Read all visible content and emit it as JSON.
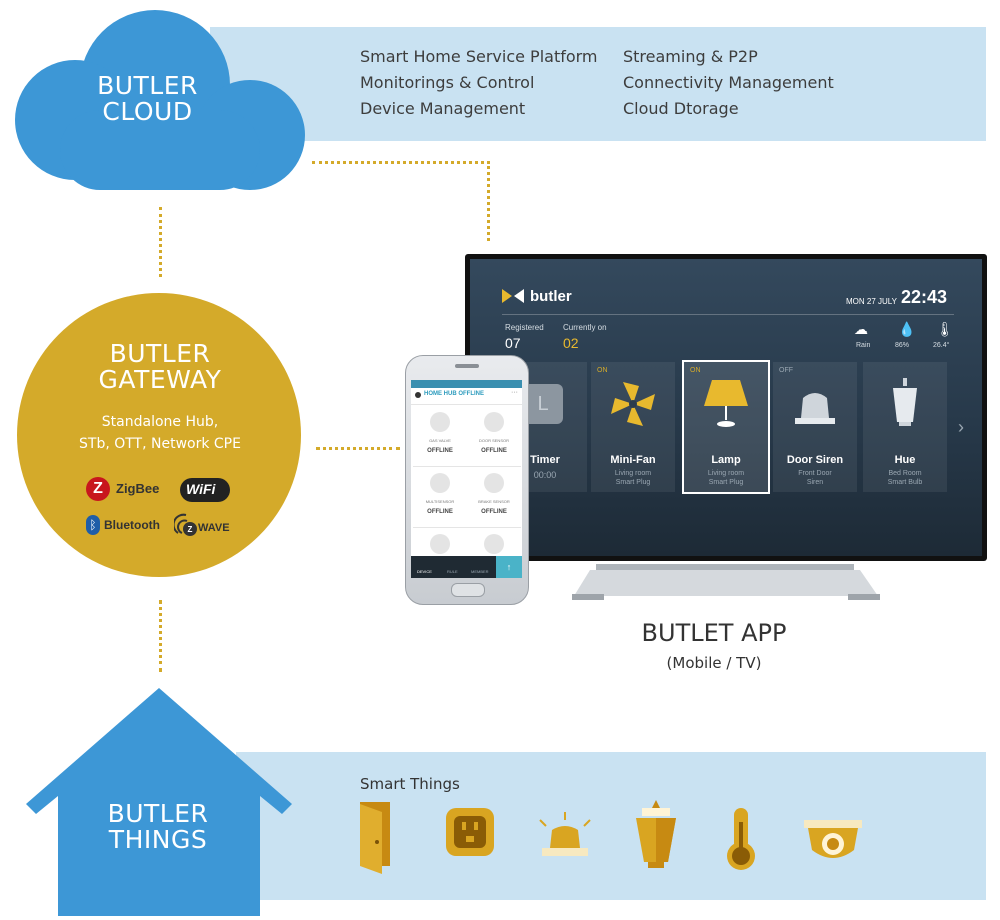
{
  "cloud": {
    "title_line1": "BUTLER",
    "title_line2": "CLOUD",
    "features_col1": [
      "Smart Home Service Platform",
      "Monitorings & Control",
      "Device Management"
    ],
    "features_col2": [
      "Streaming & P2P",
      "Connectivity Management",
      "Cloud Dtorage"
    ]
  },
  "gateway": {
    "title_line1": "BUTLER",
    "title_line2": "GATEWAY",
    "desc_line1": "Standalone Hub,",
    "desc_line2": "STb, OTT, Network CPE",
    "protocols": [
      "ZigBee",
      "WiFi",
      "Bluetooth",
      "WAVE"
    ]
  },
  "app": {
    "title": "BUTLET APP",
    "subtitle": "(Mobile / TV)"
  },
  "tv": {
    "brand": "butler",
    "date": "MON 27 JULY",
    "time": "22:43",
    "registered_label": "Registered",
    "registered_value": "07",
    "currently_label": "Currently on",
    "currently_value": "02",
    "weather": [
      {
        "icon": "rain-cloud-icon",
        "label": "Rain"
      },
      {
        "icon": "humidity-drop-icon",
        "label": "86%"
      },
      {
        "icon": "thermometer-icon",
        "label": "26.4°"
      }
    ],
    "devices": [
      {
        "name": "Timer",
        "line1": "00:00",
        "line2": "",
        "state": ""
      },
      {
        "name": "Mini-Fan",
        "line1": "Living room",
        "line2": "Smart Plug",
        "state": "ON"
      },
      {
        "name": "Lamp",
        "line1": "Living room",
        "line2": "Smart Plug",
        "state": "ON"
      },
      {
        "name": "Door Siren",
        "line1": "Front Door",
        "line2": "Siren",
        "state": "OFF"
      },
      {
        "name": "Hue",
        "line1": "Bed Room",
        "line2": "Smart Bulb",
        "state": ""
      }
    ]
  },
  "phone": {
    "header": "HOME HUB OFFLINE",
    "devices": [
      {
        "label": "GAS VALVE",
        "status": "OFFLINE"
      },
      {
        "label": "DOOR SENSOR",
        "status": "OFFLINE"
      },
      {
        "label": "MULTISENSOR",
        "status": "OFFLINE"
      },
      {
        "label": "BRAKE SENSOR",
        "status": "OFFLINE"
      }
    ],
    "tabs": [
      "DEVICE",
      "RULE",
      "MEMBER"
    ]
  },
  "things": {
    "title_line1": "BUTLER",
    "title_line2": "THINGS",
    "heading": "Smart Things",
    "icons": [
      "door-icon",
      "smart-plug-icon",
      "siren-icon",
      "lamp-icon",
      "thermometer-icon",
      "camera-icon"
    ]
  },
  "colors": {
    "cloud_blue": "#3d97d6",
    "band_blue": "#c9e2f2",
    "gateway_gold": "#d4aa2a",
    "thing_gold": "#d9a521"
  }
}
